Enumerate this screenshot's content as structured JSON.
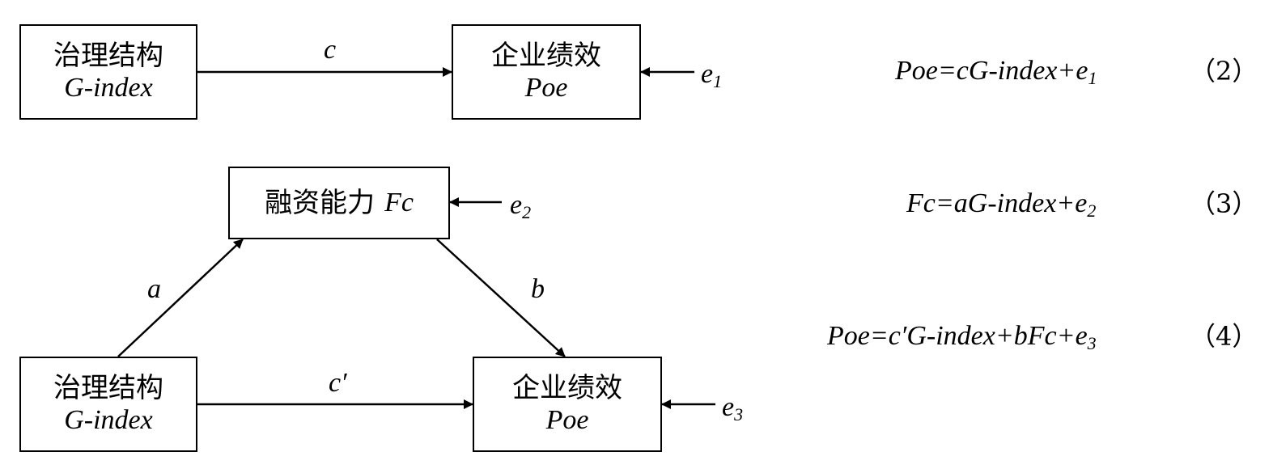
{
  "model1": {
    "x_box": {
      "cn": "治理结构",
      "en": "G-index"
    },
    "y_box": {
      "cn": "企业绩效",
      "en": "Poe"
    },
    "path_c": "c",
    "error": {
      "base": "e",
      "sub": "1"
    }
  },
  "model2": {
    "m_box": {
      "cn": "融资能力",
      "en": "Fc"
    },
    "x_box": {
      "cn": "治理结构",
      "en": "G-index"
    },
    "y_box": {
      "cn": "企业绩效",
      "en": "Poe"
    },
    "path_a": "a",
    "path_b": "b",
    "path_c_prime": "c′",
    "error_m": {
      "base": "e",
      "sub": "2"
    },
    "error_y": {
      "base": "e",
      "sub": "3"
    }
  },
  "equations": [
    {
      "text": "Poe=cG-index+e",
      "sub": "1",
      "number": "（2）"
    },
    {
      "text": "Fc=aG-index+e",
      "sub": "2",
      "number": "（3）"
    },
    {
      "text": "Poe=c′G-index+bFc+e",
      "sub": "3",
      "number": "（4）"
    }
  ]
}
